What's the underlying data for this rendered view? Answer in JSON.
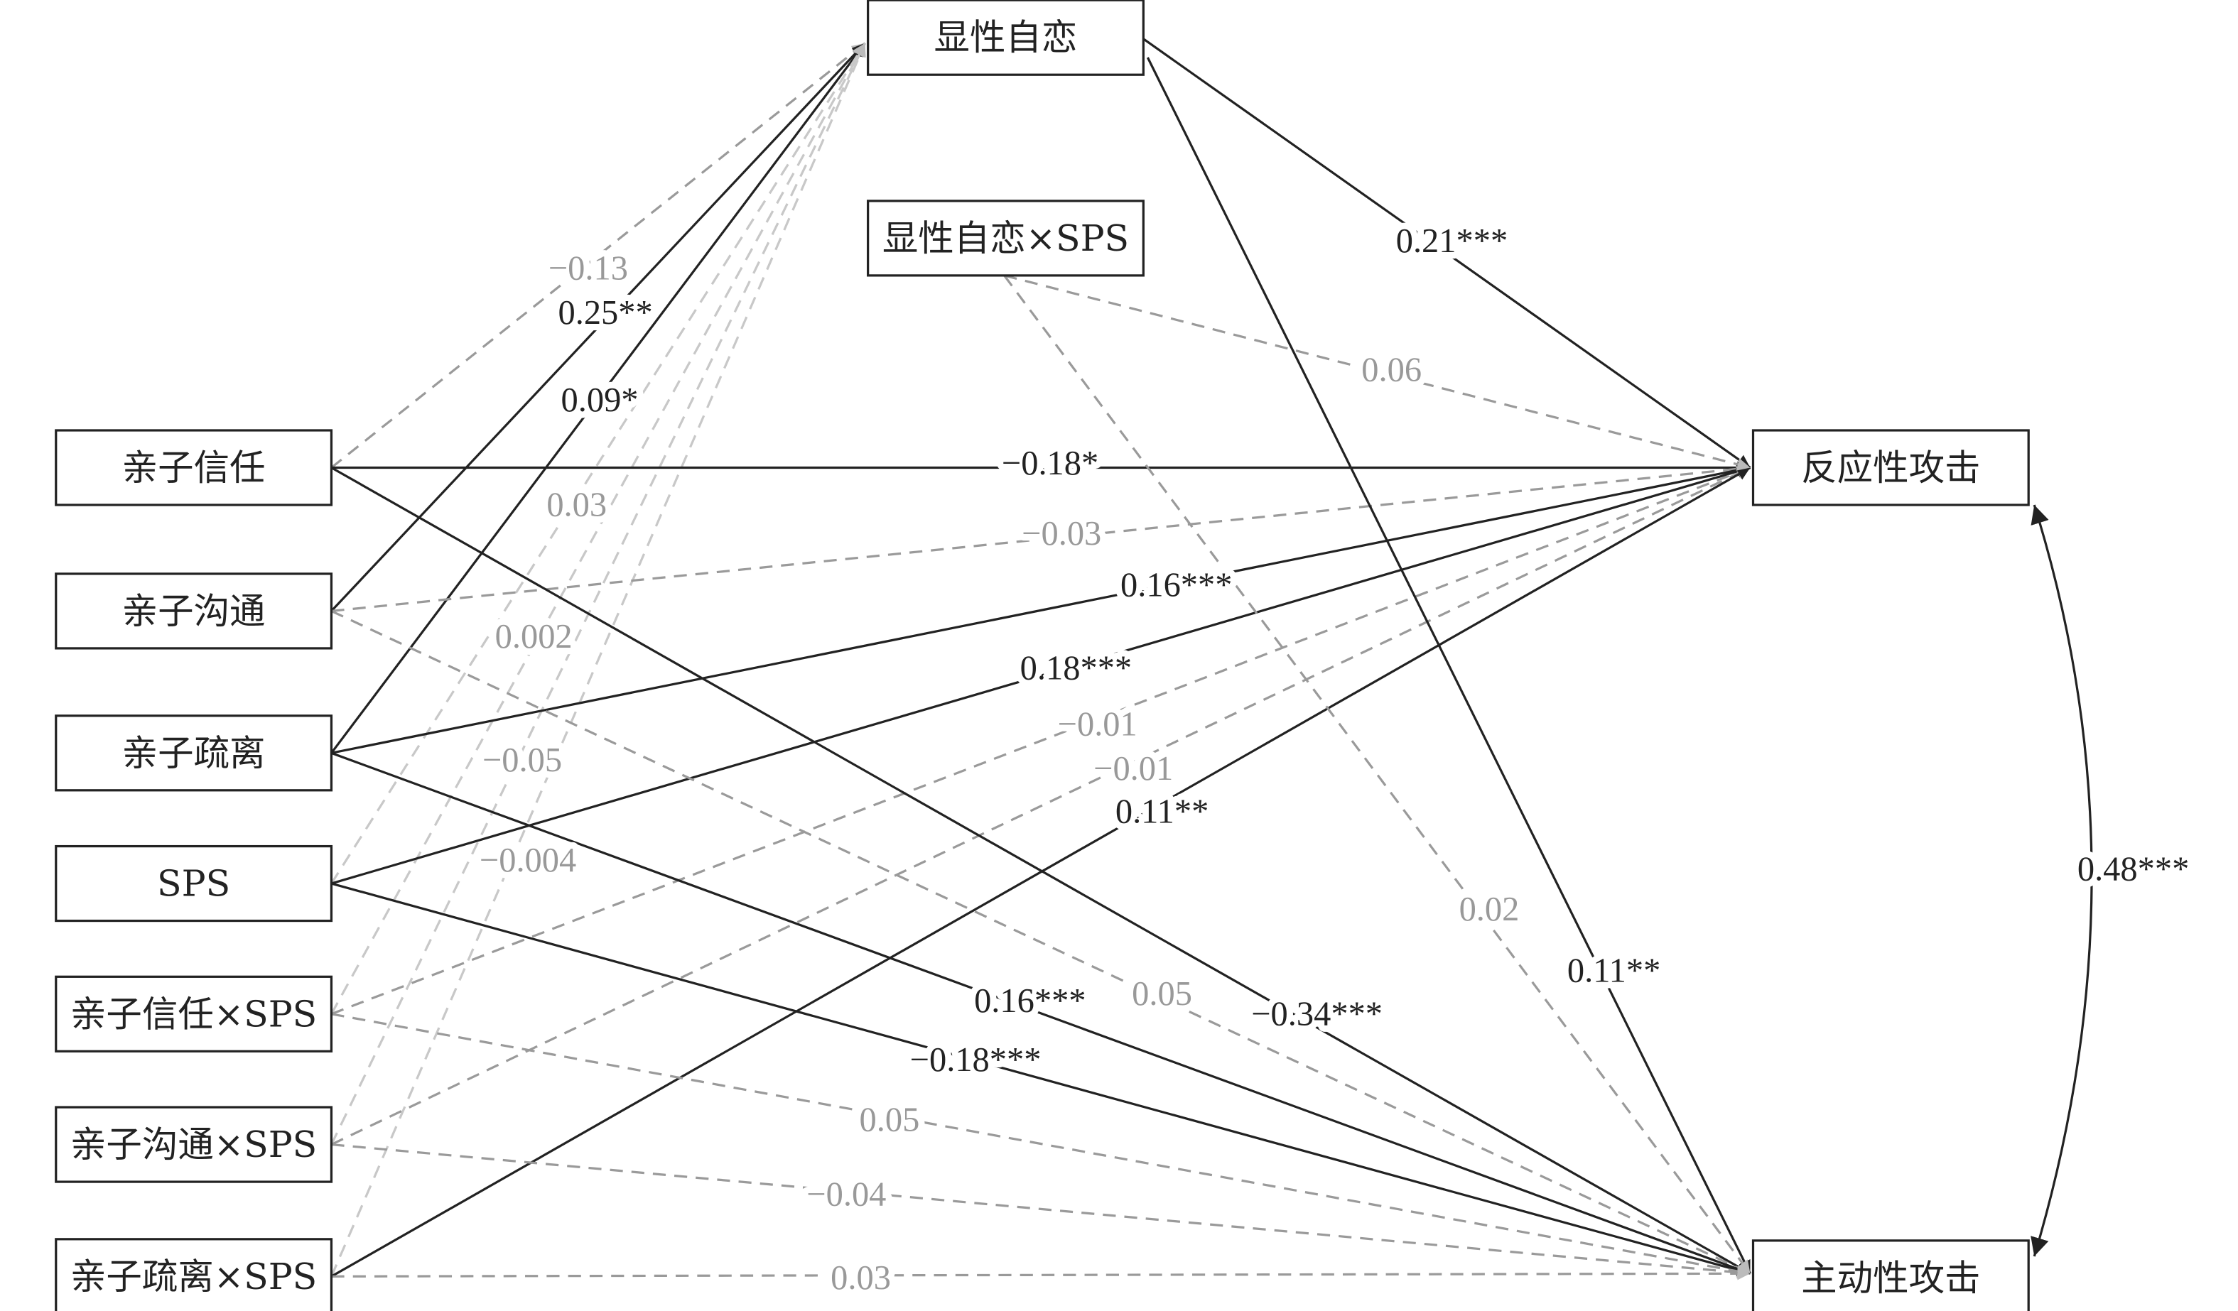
{
  "nodes": [
    {
      "id": "trust",
      "label": "亲子信任"
    },
    {
      "id": "comm",
      "label": "亲子沟通"
    },
    {
      "id": "alien",
      "label": "亲子疏离"
    },
    {
      "id": "sps",
      "label": "SPS"
    },
    {
      "id": "trust_sps",
      "label": "亲子信任×SPS"
    },
    {
      "id": "comm_sps",
      "label": "亲子沟通×SPS"
    },
    {
      "id": "alien_sps",
      "label": "亲子疏离×SPS"
    },
    {
      "id": "narc",
      "label": "显性自恋"
    },
    {
      "id": "narc_sps",
      "label": "显性自恋×SPS"
    },
    {
      "id": "reactive",
      "label": "反应性攻击"
    },
    {
      "id": "proactive",
      "label": "主动性攻击"
    }
  ],
  "paths": [
    {
      "from": "trust",
      "to": "narc",
      "coef": "−0.13",
      "significant": false
    },
    {
      "from": "comm",
      "to": "narc",
      "coef": "0.25**",
      "significant": true
    },
    {
      "from": "alien",
      "to": "narc",
      "coef": "0.09*",
      "significant": true
    },
    {
      "from": "sps",
      "to": "narc",
      "coef": "0.03",
      "significant": false
    },
    {
      "from": "trust_sps",
      "to": "narc",
      "coef": "0.002",
      "significant": false
    },
    {
      "from": "comm_sps",
      "to": "narc",
      "coef": "−0.05",
      "significant": false
    },
    {
      "from": "alien_sps",
      "to": "narc",
      "coef": "−0.004",
      "significant": false
    },
    {
      "from": "trust",
      "to": "reactive",
      "coef": "−0.18*",
      "significant": true
    },
    {
      "from": "comm",
      "to": "reactive",
      "coef": "−0.03",
      "significant": false
    },
    {
      "from": "alien",
      "to": "reactive",
      "coef": "0.16***",
      "significant": true
    },
    {
      "from": "sps",
      "to": "reactive",
      "coef": "0.18***",
      "significant": true
    },
    {
      "from": "trust_sps",
      "to": "reactive",
      "coef": "−0.01",
      "significant": false
    },
    {
      "from": "comm_sps",
      "to": "reactive",
      "coef": "−0.01",
      "significant": false
    },
    {
      "from": "alien_sps",
      "to": "reactive",
      "coef": "0.11**",
      "significant": true
    },
    {
      "from": "narc",
      "to": "reactive",
      "coef": "0.21***",
      "significant": true
    },
    {
      "from": "narc_sps",
      "to": "reactive",
      "coef": "0.06",
      "significant": false
    },
    {
      "from": "trust",
      "to": "proactive",
      "coef": "−0.34***",
      "significant": true
    },
    {
      "from": "comm",
      "to": "proactive",
      "coef": "0.05",
      "significant": false
    },
    {
      "from": "alien",
      "to": "proactive",
      "coef": "0.16***",
      "significant": true
    },
    {
      "from": "sps",
      "to": "proactive",
      "coef": "−0.18***",
      "significant": true
    },
    {
      "from": "trust_sps",
      "to": "proactive",
      "coef": "0.05",
      "significant": false
    },
    {
      "from": "comm_sps",
      "to": "proactive",
      "coef": "−0.04",
      "significant": false
    },
    {
      "from": "alien_sps",
      "to": "proactive",
      "coef": "0.03",
      "significant": false
    },
    {
      "from": "narc",
      "to": "proactive",
      "coef": "0.11**",
      "significant": true
    },
    {
      "from": "narc_sps",
      "to": "proactive",
      "coef": "0.02",
      "significant": false
    }
  ],
  "covariance": {
    "between": [
      "reactive",
      "proactive"
    ],
    "coef": "0.48***",
    "significant": true
  }
}
